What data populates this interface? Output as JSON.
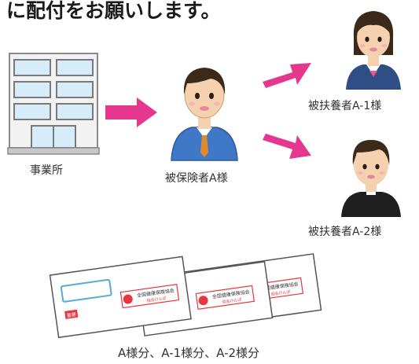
{
  "heading": "に配付をお願いします。",
  "nodes": {
    "office": "事業所",
    "insured": "被保険者A様",
    "dependent1": "被扶養者A-1様",
    "dependent2": "被扶養者A-2様"
  },
  "cards": {
    "card_title": "全国健康保険協会",
    "card_subtitle": "協会けんぽ",
    "stamp": "重要"
  },
  "caption": "A様分、A-1様分、A-2様分",
  "colors": {
    "arrow": "#e6378f",
    "card_logo": "#e8353f",
    "card_window": "#5aa9d6"
  }
}
